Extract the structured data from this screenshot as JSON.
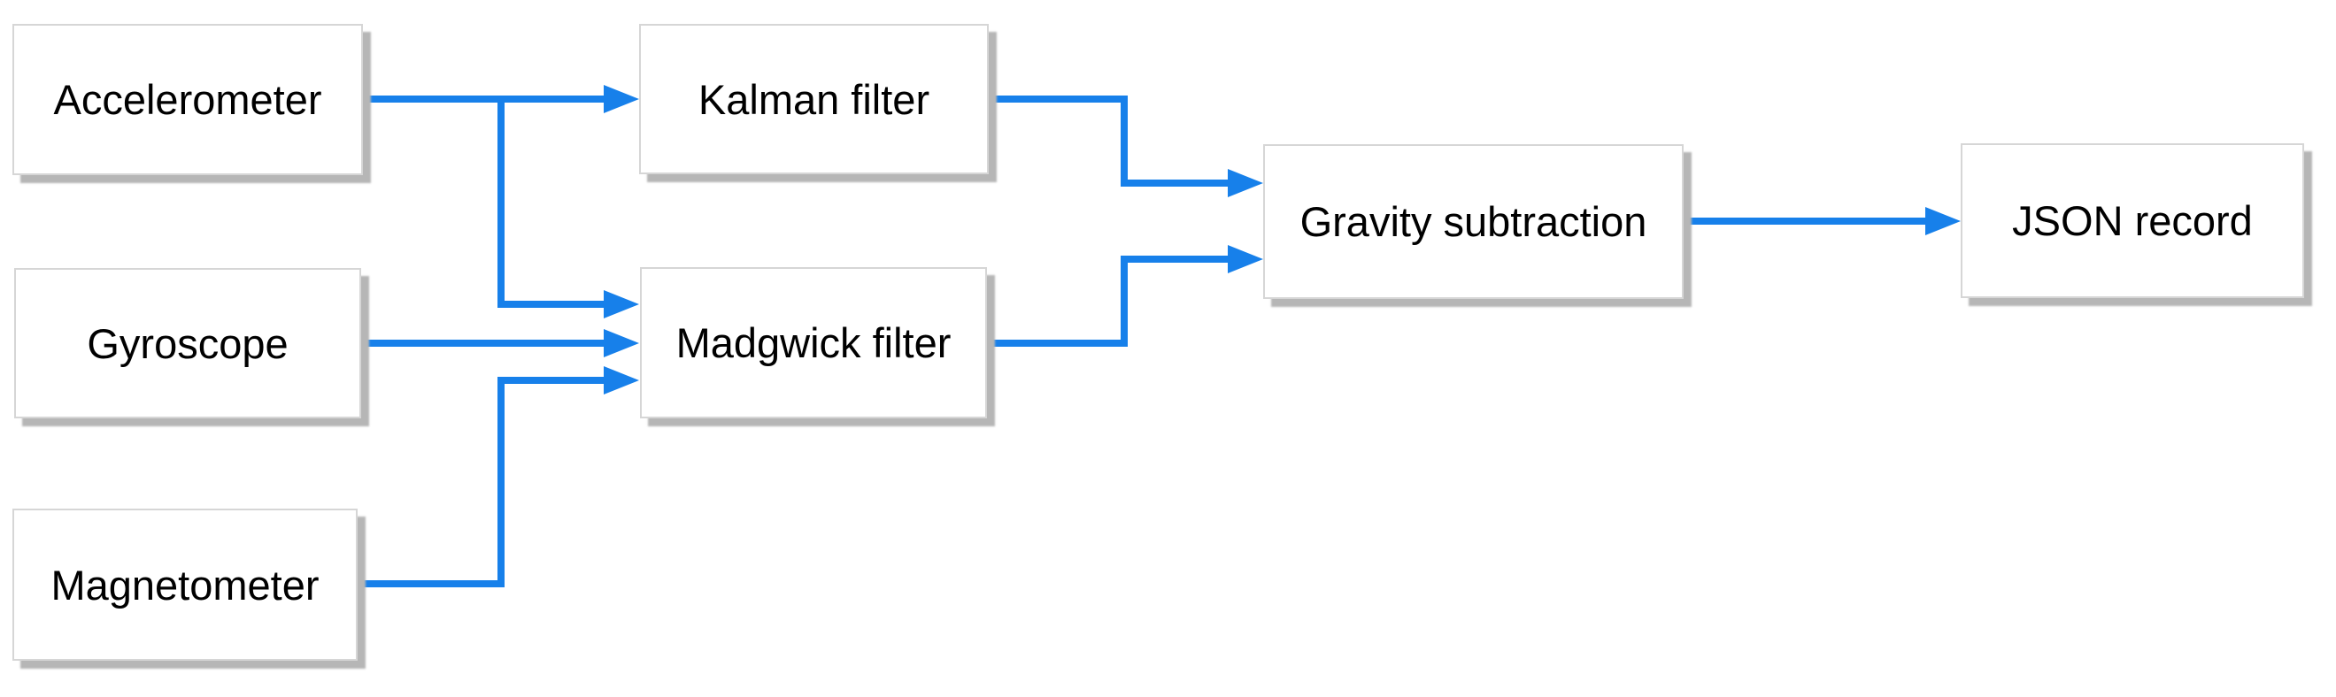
{
  "diagram": {
    "nodes": [
      {
        "id": "accelerometer",
        "label": "Accelerometer"
      },
      {
        "id": "gyroscope",
        "label": "Gyroscope"
      },
      {
        "id": "magnetometer",
        "label": "Magnetometer"
      },
      {
        "id": "kalman",
        "label": "Kalman filter"
      },
      {
        "id": "madgwick",
        "label": "Madgwick filter"
      },
      {
        "id": "gravity",
        "label": "Gravity subtraction"
      },
      {
        "id": "json",
        "label": "JSON record"
      }
    ],
    "edges": [
      {
        "from": "Accelerometer",
        "to": "Kalman filter"
      },
      {
        "from": "Accelerometer",
        "to": "Madgwick filter"
      },
      {
        "from": "Gyroscope",
        "to": "Madgwick filter"
      },
      {
        "from": "Magnetometer",
        "to": "Madgwick filter"
      },
      {
        "from": "Kalman filter",
        "to": "Gravity subtraction"
      },
      {
        "from": "Madgwick filter",
        "to": "Gravity subtraction"
      },
      {
        "from": "Gravity subtraction",
        "to": "JSON record"
      }
    ]
  },
  "colors": {
    "connector": "#1780ea",
    "node_fill": "#ffffff",
    "node_border": "#d6d6d6",
    "node_shadow": "#b6b6b6",
    "text": "#000000",
    "background": "#ffffff"
  }
}
